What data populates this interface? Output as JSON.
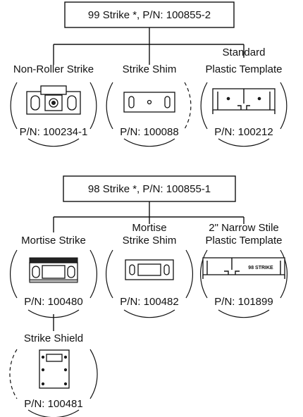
{
  "kit_99": {
    "title": "99 Strike *, P/N: 100855-2",
    "parts": [
      {
        "name": "Non-Roller Strike",
        "pn": "P/N: 100234-1"
      },
      {
        "name": "Strike Shim",
        "pn": "P/N: 100088"
      },
      {
        "name_line1": "Standard",
        "name_line2": "Plastic Template",
        "pn": "P/N: 100212"
      }
    ]
  },
  "kit_98": {
    "title": "98 Strike *, P/N: 100855-1",
    "parts": [
      {
        "name": "Mortise Strike",
        "pn": "P/N: 100480"
      },
      {
        "name_line1": "Mortise",
        "name_line2": "Strike Shim",
        "pn": "P/N: 100482"
      },
      {
        "name_line1": "2\" Narrow Stile",
        "name_line2": "Plastic Template",
        "pn": "P/N: 101899"
      },
      {
        "name": "Strike Shield",
        "pn": "P/N: 100481"
      }
    ],
    "template_stamp": "98 STRIKE"
  }
}
